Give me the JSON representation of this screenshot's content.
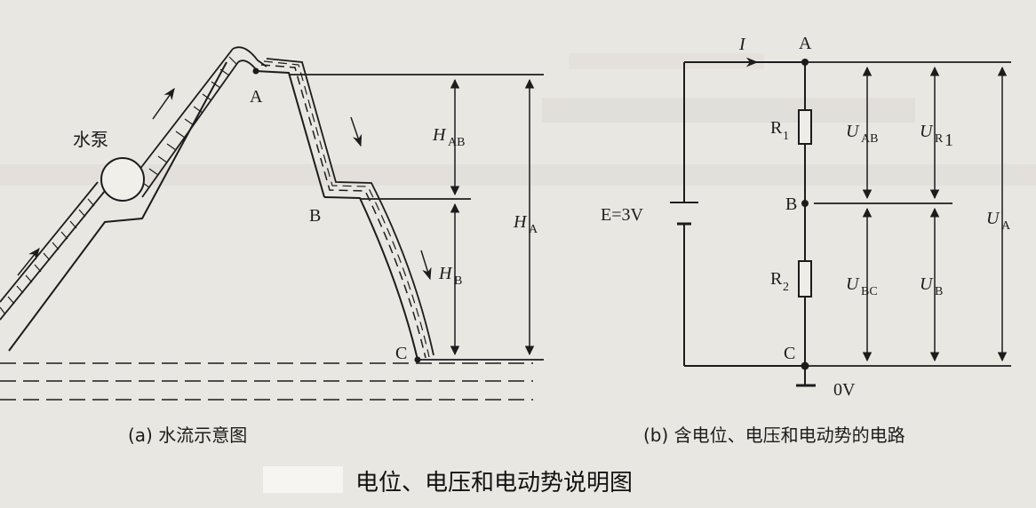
{
  "left_diagram": {
    "pump_label": "水泵",
    "point_a": "A",
    "point_b": "B",
    "point_c": "C",
    "h_ab_main": "H",
    "h_ab_sub": "AB",
    "h_b_main": "H",
    "h_b_sub": "B",
    "h_a_main": "H",
    "h_a_sub": "A",
    "caption": "(a) 水流示意图"
  },
  "right_diagram": {
    "current_label": "I",
    "point_a": "A",
    "point_b": "B",
    "point_c": "C",
    "r1_main": "R",
    "r1_sub": "1",
    "r2_main": "R",
    "r2_sub": "2",
    "emf_label": "E=3V",
    "u_ab_main": "U",
    "u_ab_sub": "AB",
    "u_r1_main": "U",
    "u_r1_sub": "R",
    "u_r1_subsub": "1",
    "u_bc_main": "U",
    "u_bc_sub": "BC",
    "u_b_main": "U",
    "u_b_sub": "B",
    "u_a_main": "U",
    "u_a_sub": "A",
    "ground_label": "0V",
    "caption": "(b) 含电位、电压和电动势的电路"
  },
  "main_title": "电位、电压和电动势说明图"
}
